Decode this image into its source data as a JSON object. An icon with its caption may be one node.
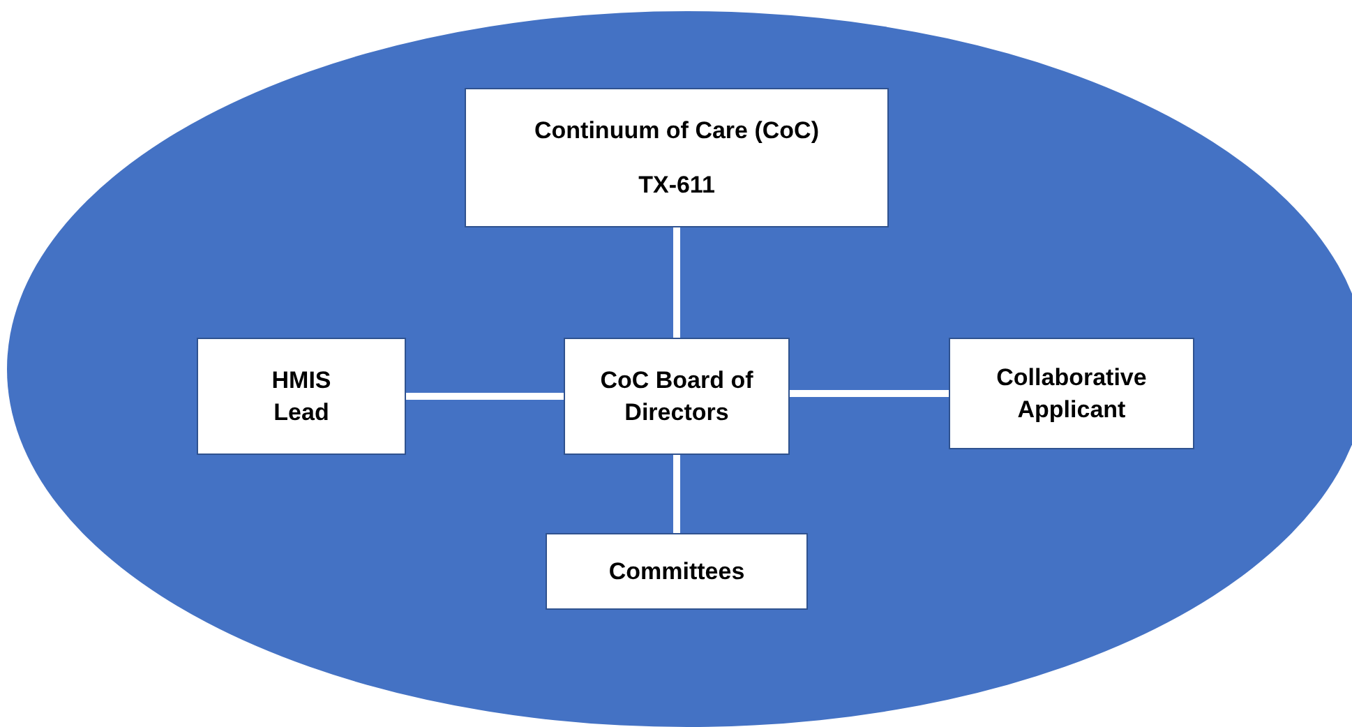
{
  "diagram": {
    "nodes": [
      {
        "text": [],
        "shape": "ellipse"
      },
      {
        "text": [
          "Continuum of Care (CoC)",
          "TX-611"
        ],
        "in": 0
      },
      {
        "text": [
          "HMIS Lead"
        ],
        "in": 0
      },
      {
        "text": [
          "CoC Board of Directors"
        ],
        "in": 0
      },
      {
        "text": [
          "Collaborative Applicant"
        ],
        "in": 0
      },
      {
        "text": [
          "Committees"
        ],
        "in": 0
      }
    ],
    "edges": [
      {
        "from": 3,
        "to": 1,
        "arrow": "none"
      },
      {
        "from": 3,
        "to": 2,
        "arrow": "none"
      },
      {
        "from": 3,
        "to": 4,
        "arrow": "none"
      },
      {
        "from": 3,
        "to": 5,
        "arrow": "none"
      }
    ]
  }
}
